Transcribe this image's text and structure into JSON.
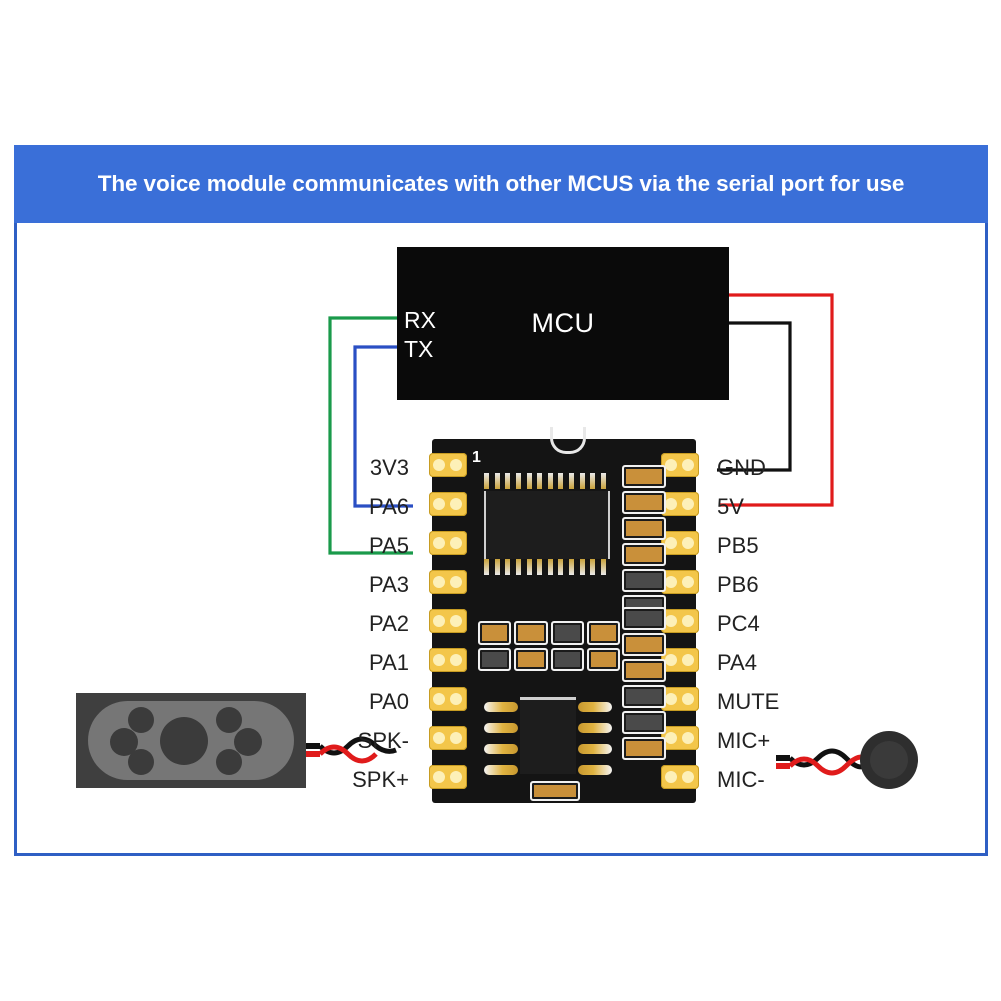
{
  "banner": {
    "text": "The voice module communicates with other MCUS via the serial port for use",
    "bg_color": "#3a6fd8",
    "text_color": "#ffffff"
  },
  "frame": {
    "border_color": "#2f5fc4"
  },
  "mcu": {
    "title": "MCU",
    "bg_color": "#0a0a0a",
    "pins": [
      {
        "label": "RX"
      },
      {
        "label": "TX"
      }
    ]
  },
  "module": {
    "silk_number": "1",
    "board_color": "#141414",
    "pad_color": "#f3c64a",
    "left_pins": [
      {
        "label": "3V3"
      },
      {
        "label": "PA6"
      },
      {
        "label": "PA5"
      },
      {
        "label": "PA3"
      },
      {
        "label": "PA2"
      },
      {
        "label": "PA1"
      },
      {
        "label": "PA0"
      },
      {
        "label": "SPK-"
      },
      {
        "label": "SPK+"
      }
    ],
    "right_pins": [
      {
        "label": "GND"
      },
      {
        "label": "5V"
      },
      {
        "label": "PB5"
      },
      {
        "label": "PB6"
      },
      {
        "label": "PC4"
      },
      {
        "label": "PA4"
      },
      {
        "label": "MUTE"
      },
      {
        "label": "MIC+"
      },
      {
        "label": "MIC-"
      }
    ]
  },
  "wires": [
    {
      "name": "rx-to-pa5",
      "color": "#1a9a4b",
      "from": "RX",
      "to": "PA5"
    },
    {
      "name": "tx-to-pa6",
      "color": "#2a4fc4",
      "from": "TX",
      "to": "PA6"
    },
    {
      "name": "mcu-to-5v",
      "color": "#e01b1b",
      "from": "MCU",
      "to": "5V"
    },
    {
      "name": "mcu-to-gnd",
      "color": "#111111",
      "from": "MCU",
      "to": "GND"
    },
    {
      "name": "speaker-leads",
      "color": "#e01b1b",
      "from": "Speaker",
      "to": "SPK-/SPK+"
    },
    {
      "name": "mic-leads",
      "color": "#e01b1b",
      "from": "MIC+/MIC-",
      "to": "Microphone"
    }
  ],
  "peripherals": {
    "speaker": {
      "name": "speaker",
      "body_color": "#3f3f3f",
      "face_color": "#767676"
    },
    "microphone": {
      "name": "microphone",
      "body_color": "#2e2e2e"
    }
  }
}
